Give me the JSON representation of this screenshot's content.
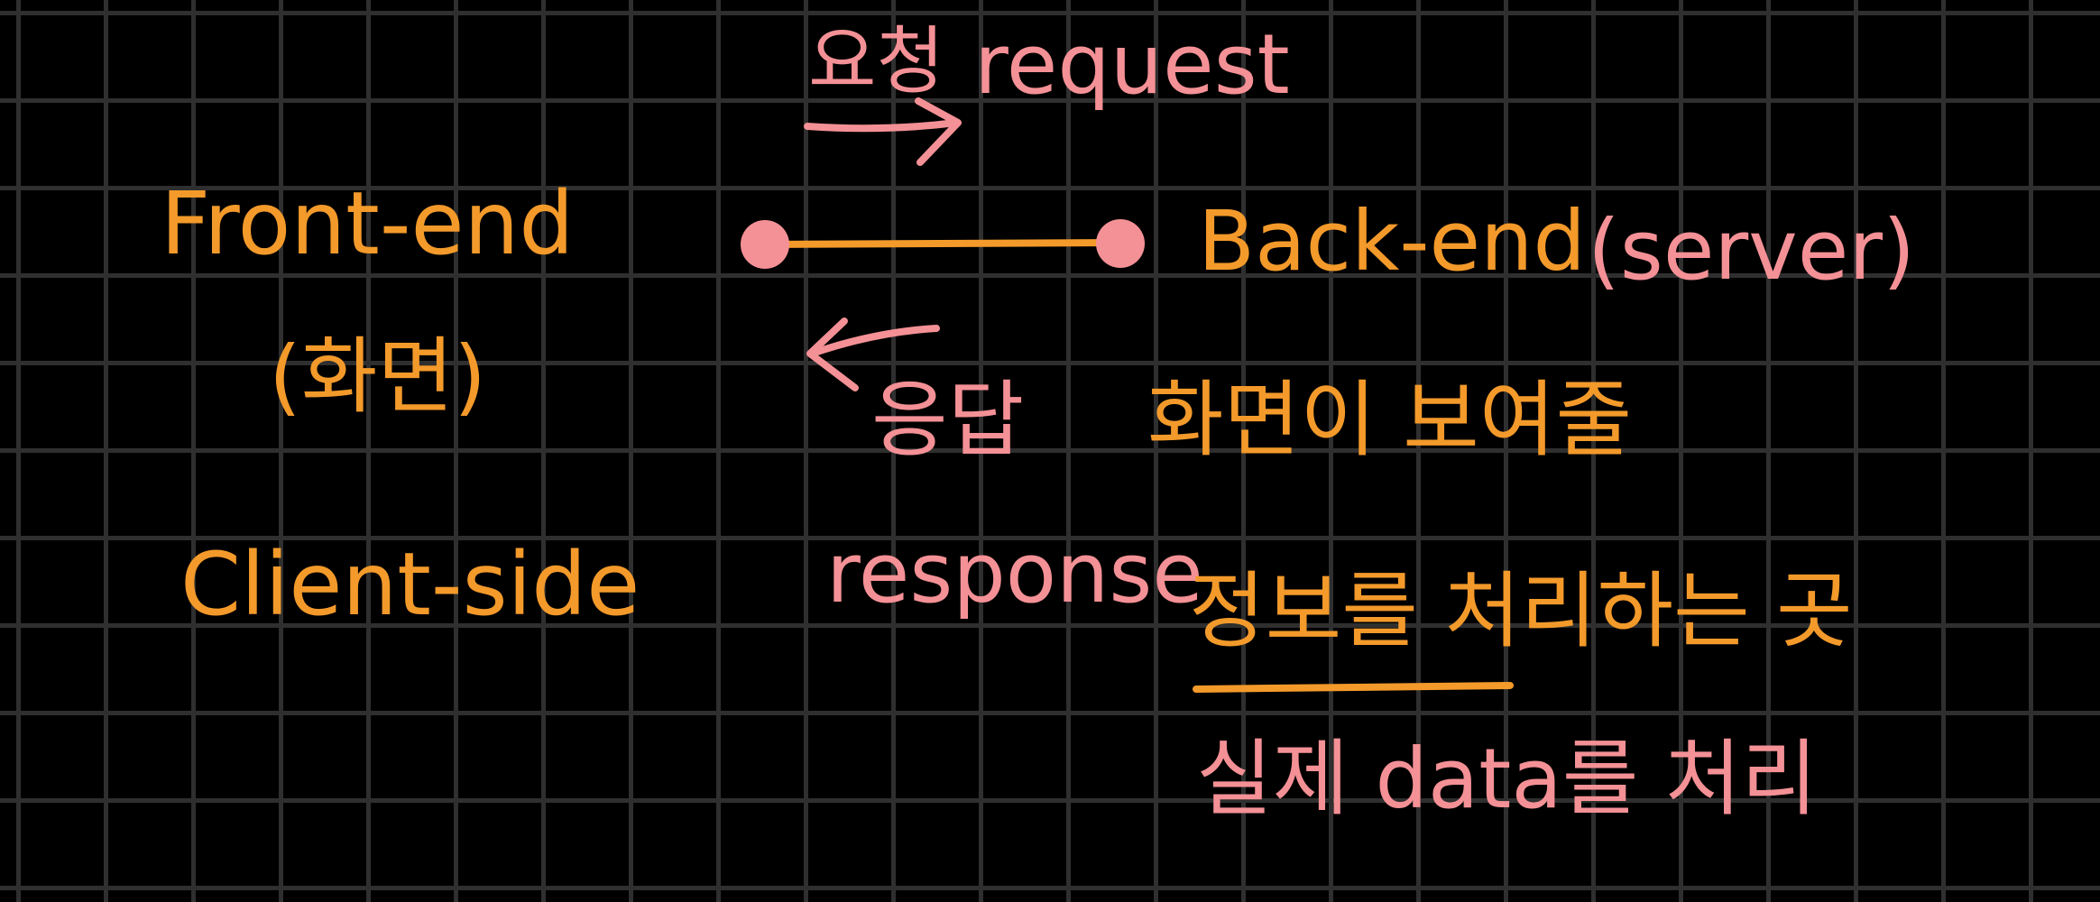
{
  "colors": {
    "background": "#000000",
    "grid": "#2f2f2f",
    "orange": "#f39a2b",
    "pink": "#f49196"
  },
  "left": {
    "title": "Front-end",
    "subtitle": "(화면)",
    "side": "Client-side"
  },
  "connector": {
    "request_kr": "요청",
    "request_en": "request",
    "response_kr": "응답",
    "response_en": "response"
  },
  "right": {
    "title": "Back-end",
    "server": "(server)",
    "line1": "화면이 보여줄",
    "line2": "정보를 처리하는 곳",
    "line3": "실제 data를 처리"
  }
}
